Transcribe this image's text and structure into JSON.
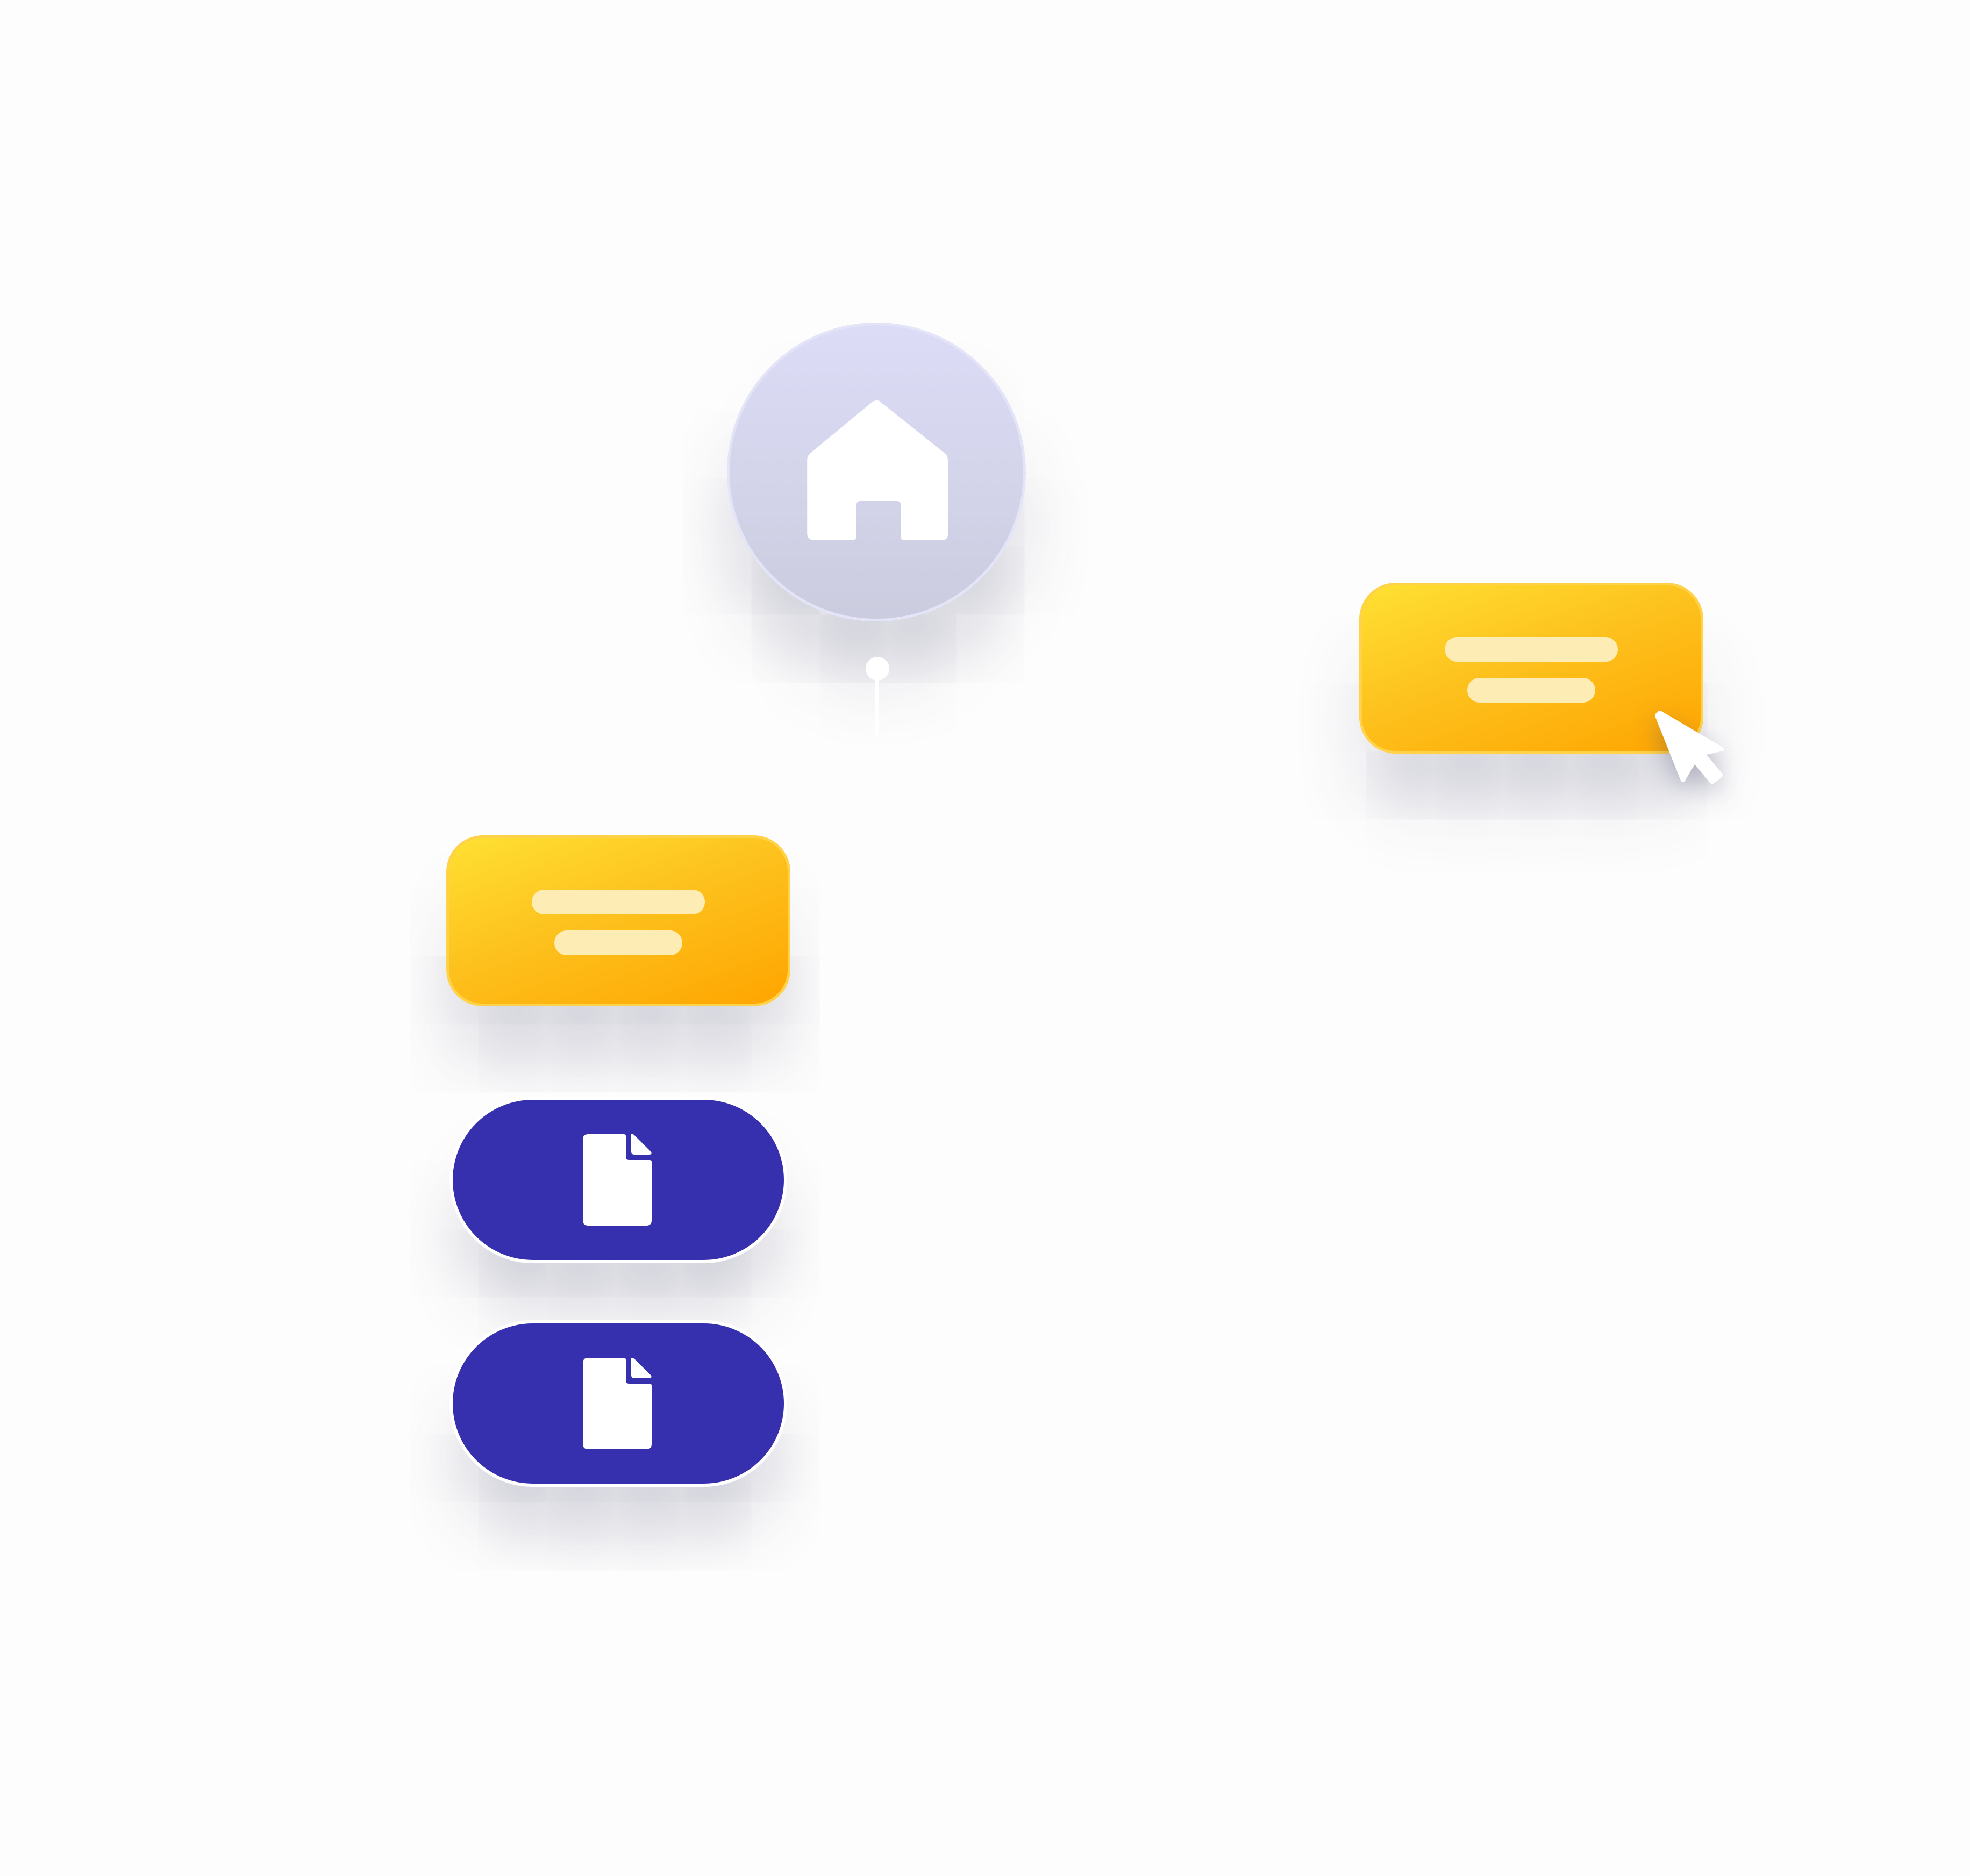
{
  "diagram": {
    "root": {
      "icon": "house-icon"
    },
    "connector": {
      "icon": "connector-dot"
    },
    "cards": [
      {
        "icon": "text-lines-icon",
        "color": "#fdc21e",
        "state": "hovered"
      },
      {
        "icon": "text-lines-icon",
        "color": "#fdc21e",
        "state": "default"
      }
    ],
    "documents": [
      {
        "icon": "document-icon",
        "color": "#3730ae"
      },
      {
        "icon": "document-icon",
        "color": "#3730ae"
      }
    ],
    "pointer": {
      "icon": "mouse-pointer-icon"
    }
  },
  "colors": {
    "background": "#fdfdfd",
    "home_fill": "#dcdcf7",
    "card_yellow": "#fdc21e",
    "card_orange": "#ffa500",
    "card_lines": "#fdecb4",
    "pill_blue": "#3730ae",
    "icon_white": "#ffffff"
  }
}
